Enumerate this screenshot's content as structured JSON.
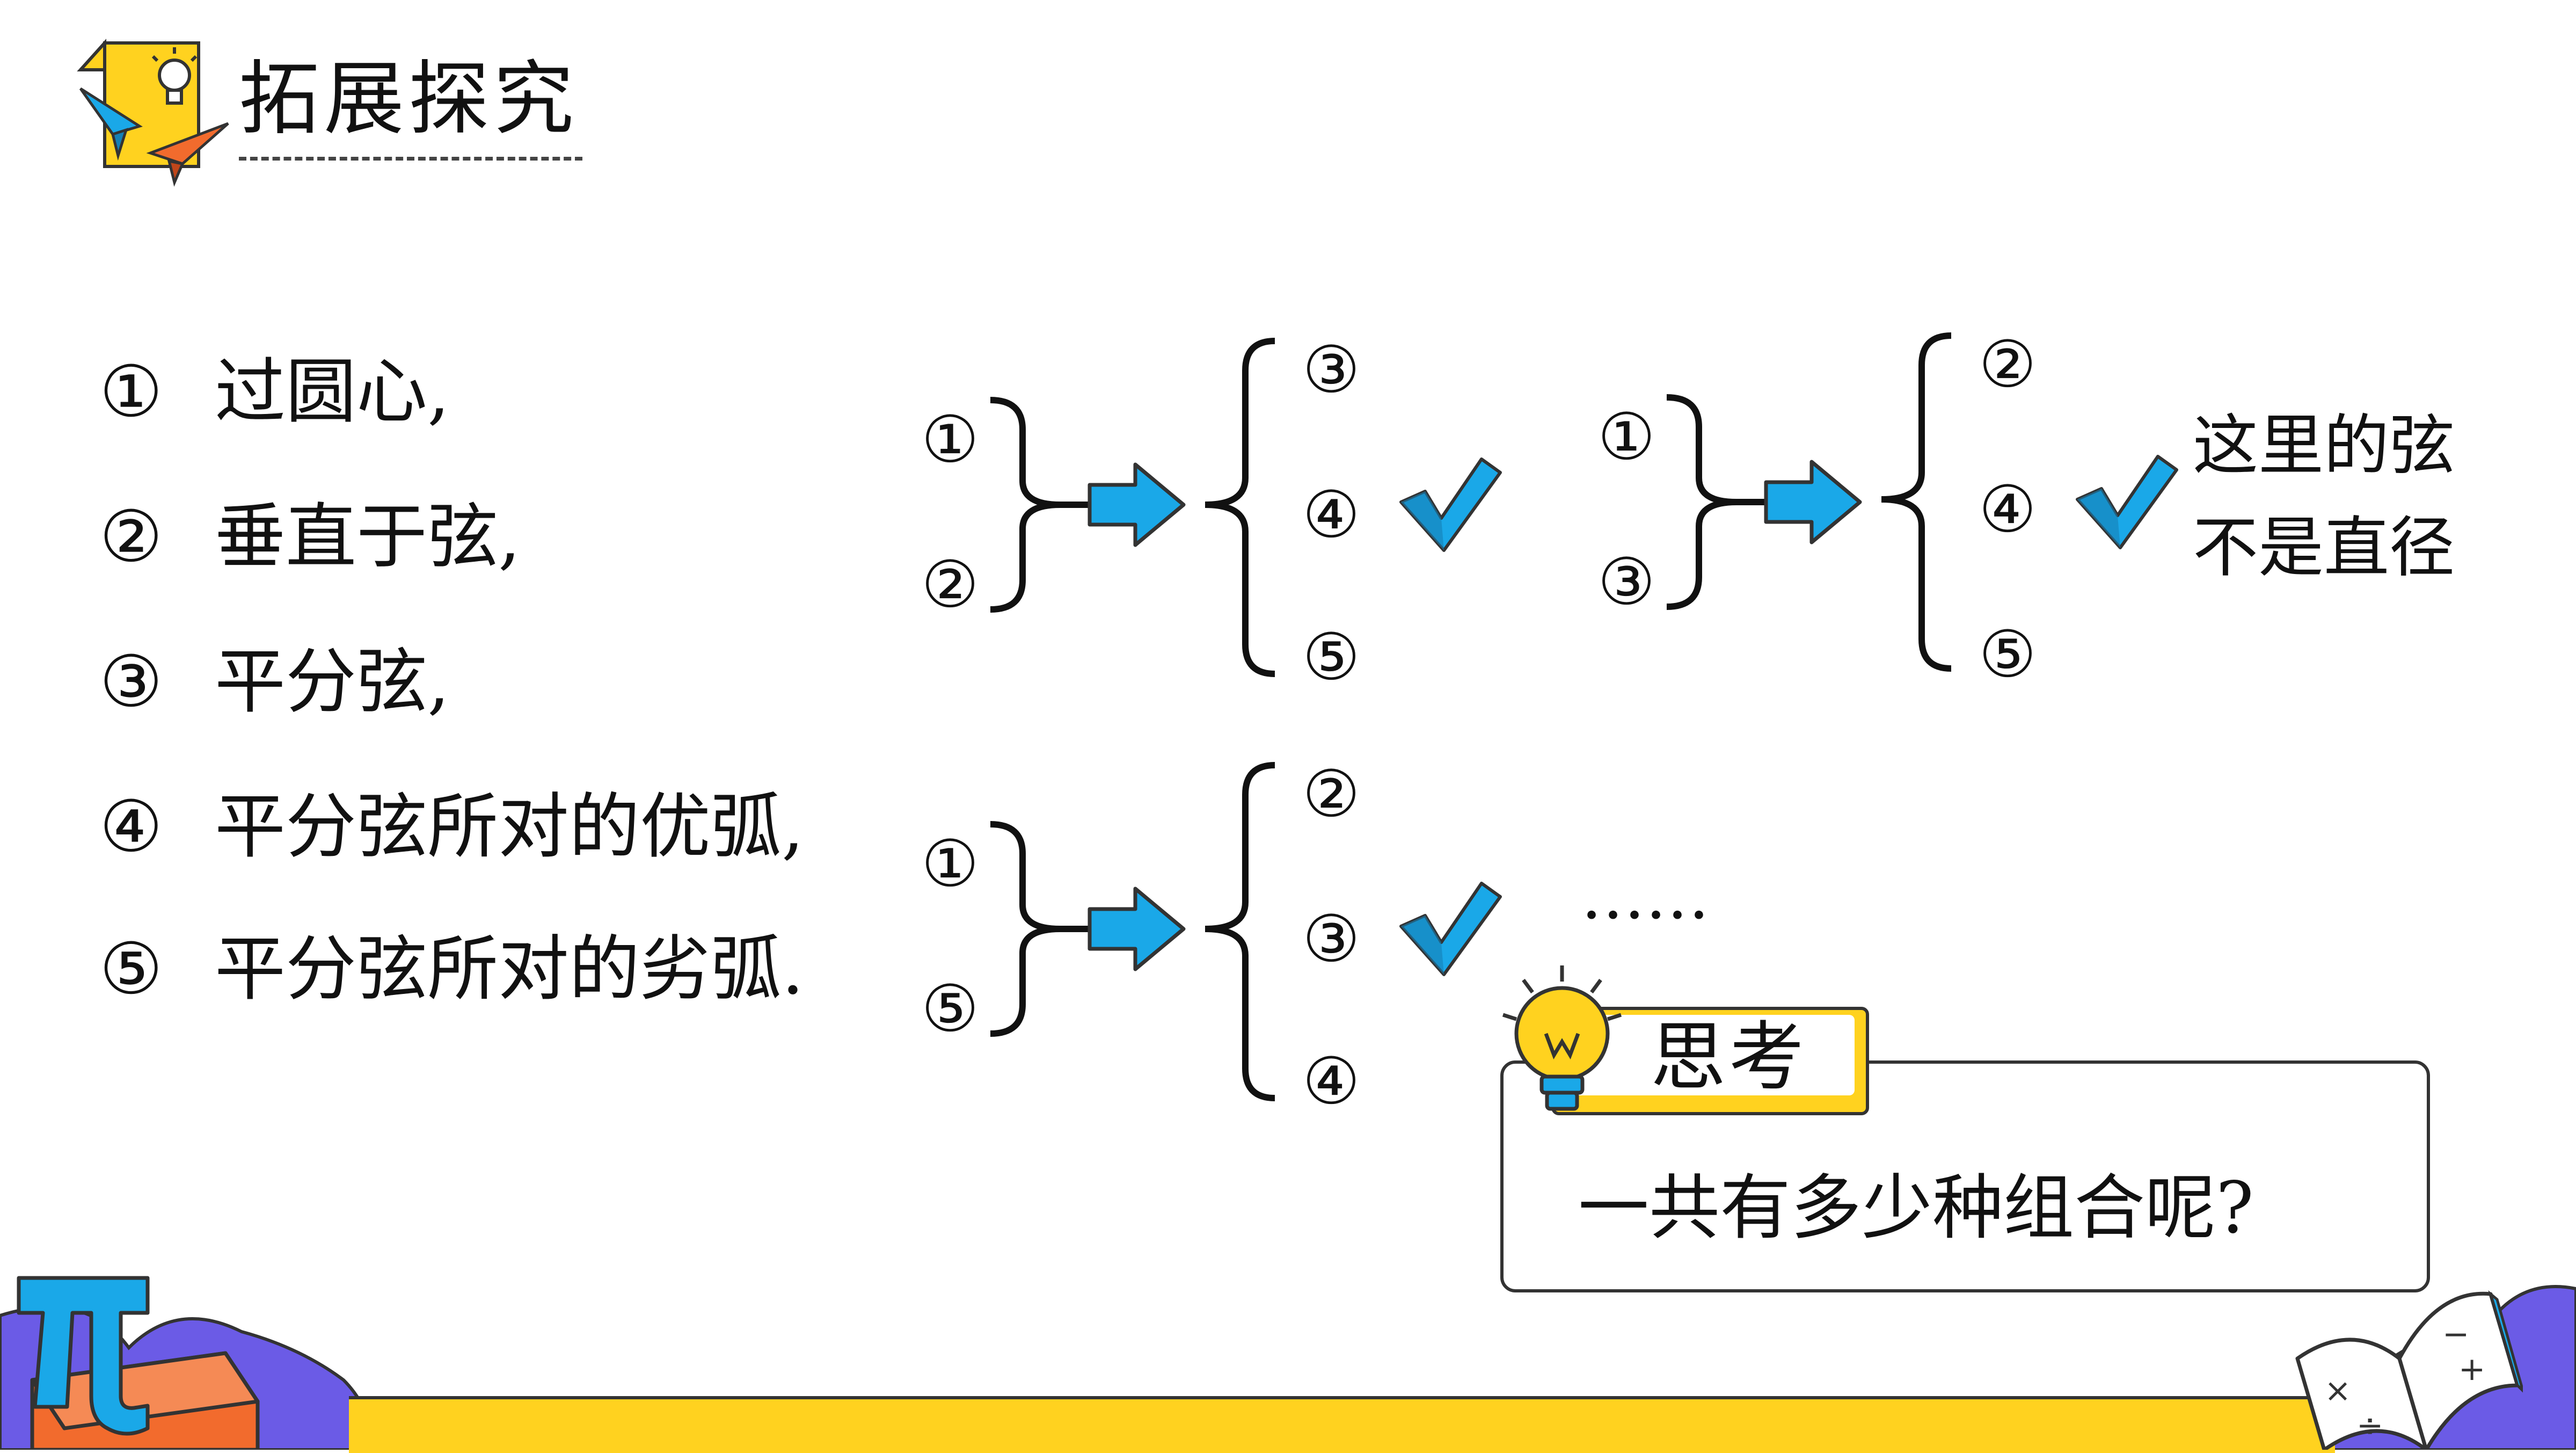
{
  "header": {
    "title": "拓展探究"
  },
  "conditions": [
    {
      "num": "①",
      "text": "过圆心,"
    },
    {
      "num": "②",
      "text": "垂直于弦,"
    },
    {
      "num": "③",
      "text": "平分弦,"
    },
    {
      "num": "④",
      "text": "平分弦所对的优弧,"
    },
    {
      "num": "⑤",
      "text": "平分弦所对的劣弧."
    }
  ],
  "combo1": {
    "inputs": [
      "①",
      "②"
    ],
    "outputs": [
      "③",
      "④",
      "⑤"
    ]
  },
  "combo2": {
    "inputs": [
      "①",
      "③"
    ],
    "outputs": [
      "②",
      "④",
      "⑤"
    ],
    "note_line1": "这里的弦",
    "note_line2": "不是直径"
  },
  "combo3": {
    "inputs": [
      "①",
      "⑤"
    ],
    "outputs": [
      "②",
      "③",
      "④"
    ]
  },
  "ellipsis": "……",
  "think": {
    "title": "思考",
    "question": "一共有多少种组合呢?"
  },
  "colors": {
    "accent_blue": "#1AA8E8",
    "check_blue": "#1AA8E8",
    "yellow": "#FFD21F",
    "purple": "#6B5BE6",
    "orange": "#F26B2D"
  },
  "icons": [
    "lightbulb-icon",
    "paper-plane-icon",
    "pi-icon",
    "book-icon",
    "arrow-right-icon",
    "check-icon"
  ]
}
